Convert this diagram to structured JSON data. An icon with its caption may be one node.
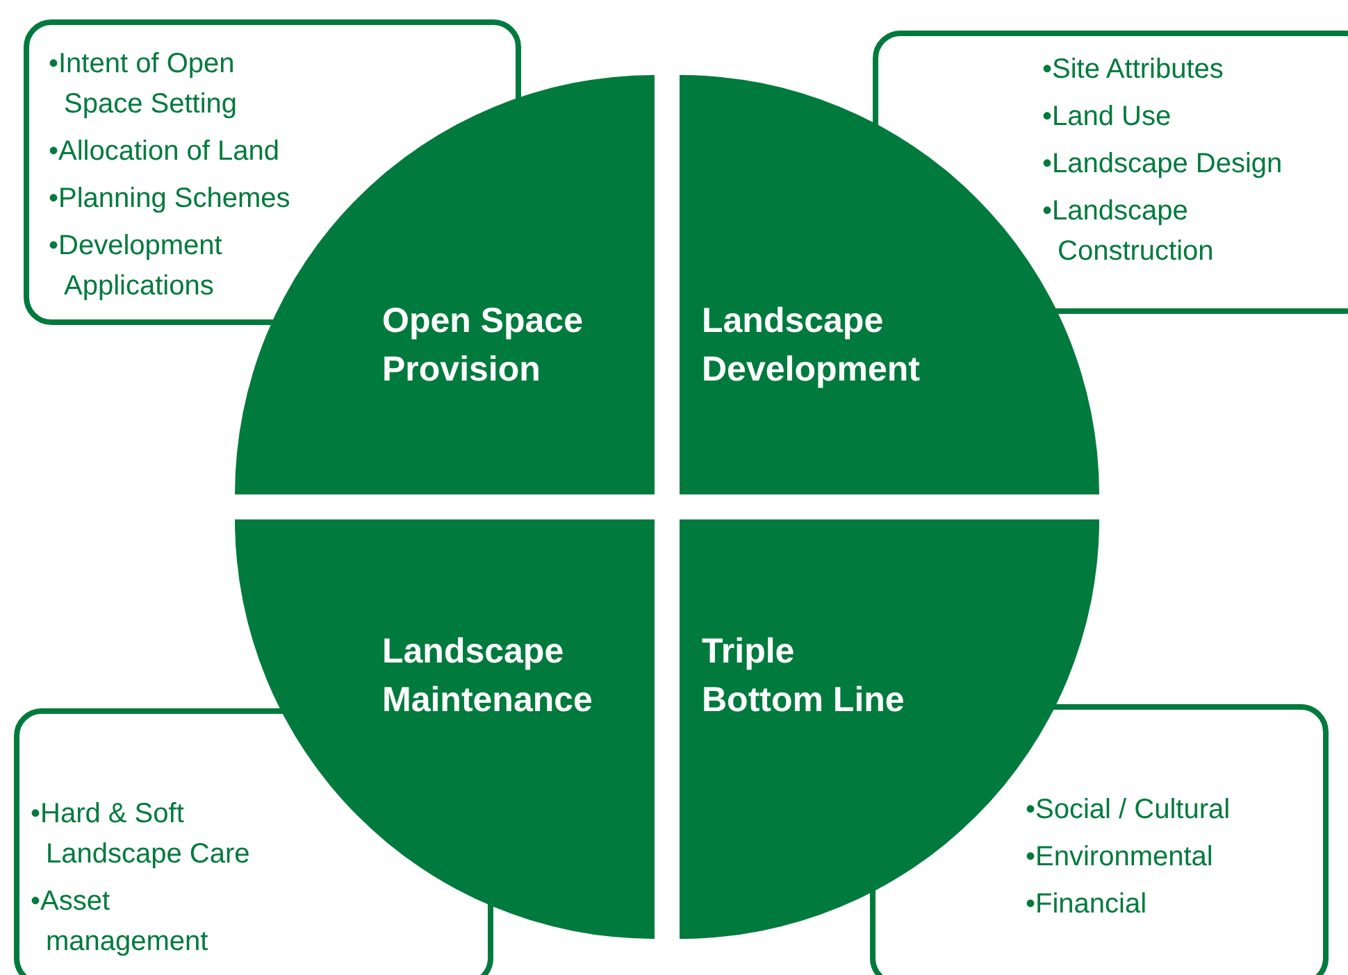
{
  "diagram": {
    "nodes": [
      {
        "text": [
          "•Intent of Open Space Setting",
          "•Allocation of Land",
          "•Planning Schemes",
          "•Development Applications"
        ]
      },
      {
        "text": [
          "•Site Attributes",
          "•Land Use",
          "•Landscape Design",
          "•Landscape Construction"
        ]
      },
      {
        "text": [
          "Open Space Provision"
        ]
      },
      {
        "text": [
          "Landscape Development"
        ]
      },
      {
        "text": [
          "Landscape Maintenance"
        ]
      },
      {
        "text": [
          "Triple Bottom Line"
        ]
      },
      {
        "text": [
          "•Hard & Soft Landscape Care",
          "•Asset management"
        ]
      },
      {
        "text": [
          "•Social / Cultural",
          "•Environmental",
          "•Financial"
        ]
      }
    ]
  }
}
